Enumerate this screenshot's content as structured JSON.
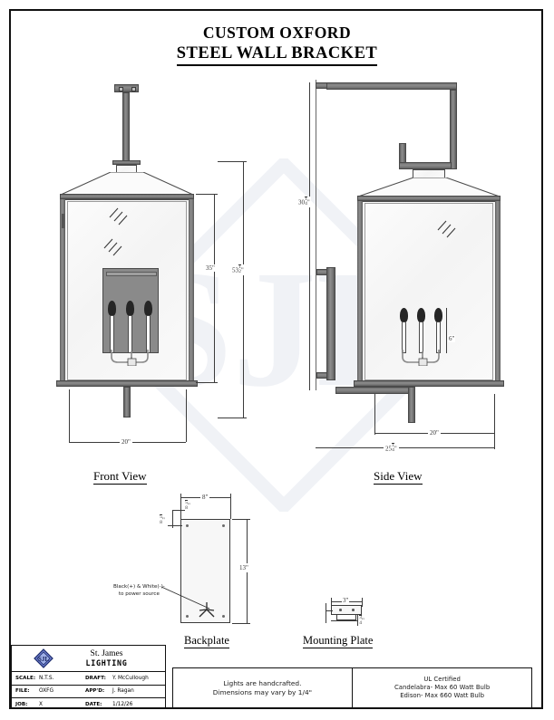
{
  "sheet": {
    "title_line1": "CUSTOM OXFORD",
    "title_line2": "STEEL WALL BRACKET",
    "watermark": "SJL"
  },
  "views": {
    "front": {
      "label": "Front View",
      "dim_overall_height": "53",
      "dim_overall_height_frac_num": "1",
      "dim_overall_height_frac_den": "2",
      "dim_fixture_height": "35\"",
      "dim_width": "20\""
    },
    "side": {
      "label": "Side View",
      "dim_drop": "30",
      "dim_drop_frac_num": "1",
      "dim_drop_frac_den": "4",
      "dim_arm": "20\"",
      "dim_overall_depth": "25",
      "dim_overall_depth_frac_num": "1",
      "dim_overall_depth_frac_den": "4",
      "dim_candle": "6\""
    },
    "backplate": {
      "label": "Backplate",
      "dim_width": "8\"",
      "dim_top_num": "5",
      "dim_top_den": "8",
      "dim_left_num": "5",
      "dim_left_den": "8",
      "dim_height": "13\"",
      "wire_note_line1": "Black(+) & White(-)-",
      "wire_note_line2": "to power source"
    },
    "mounting_plate": {
      "label": "Mounting Plate",
      "dim_width": "3\"",
      "dim_thick_num": "3",
      "dim_thick_den": "4"
    }
  },
  "title_block": {
    "brand_line1": "St. James",
    "brand_line2": "LIGHTING",
    "logo_text": "SJL",
    "rows": [
      {
        "k1": "SCALE:",
        "v1": "N.T.S.",
        "k2": "DRAFT:",
        "v2": "Y. McCullough"
      },
      {
        "k1": "FILE:",
        "v1": "OXFG",
        "k2": "APP'D:",
        "v2": "J. Ragan"
      },
      {
        "k1": "JOB:",
        "v1": "X",
        "k2": "DATE:",
        "v2": "1/12/26"
      }
    ]
  },
  "notes": {
    "left_line1": "Lights are handcrafted.",
    "left_line2": "Dimensions may vary by 1/4\"",
    "right_line1": "UL Certified",
    "right_line2": "Candelabra- Max 60 Watt Bulb",
    "right_line3": "Edison- Max 660 Watt Bulb"
  }
}
